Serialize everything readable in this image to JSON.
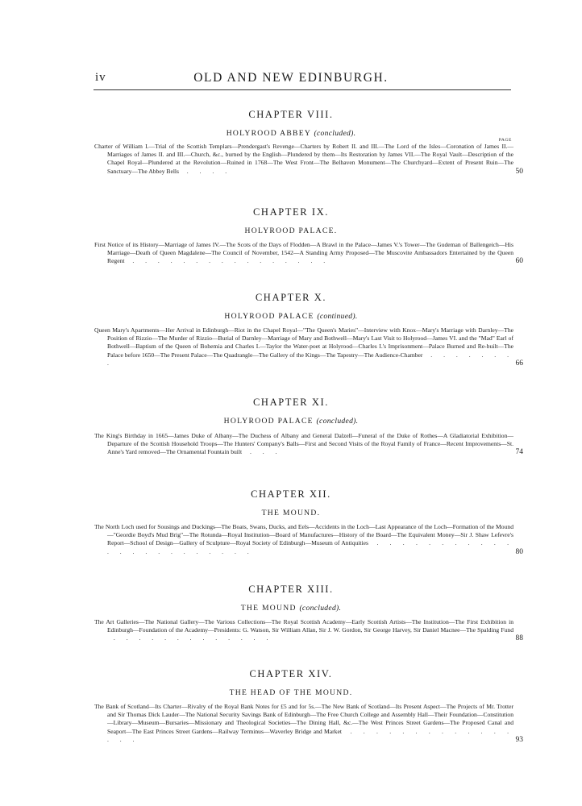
{
  "header": {
    "page_number": "iv",
    "title": "OLD AND NEW EDINBURGH."
  },
  "page_label": "PAGE",
  "chapters": [
    {
      "title": "CHAPTER VIII.",
      "subtitle": "HOLYROOD ABBEY",
      "subtitle_note": "(concluded).",
      "summary": "Charter of William I.—Trial of the Scottish Templars—Prendergast's Revenge—Charters by Robert II. and III.—The Lord of the Isles—Coronation of James II.—Marriages of James II. and III.—Church, &c., burned by the English—Plundered by them—Its Restoration by James VII.—The Royal Vault—Description of the Chapel Royal—Plundered at the Revolution—Ruined in 1768—The West Front—The Belhaven Monument—The Churchyard—Extent of Present Ruin—The Sanctuary—The Abbey Bells",
      "page": "50"
    },
    {
      "title": "CHAPTER IX.",
      "subtitle": "HOLYROOD PALACE.",
      "subtitle_note": "",
      "summary": "First Notice of its History—Marriage of James IV.—The Scots of the Days of Flodden—A Brawl in the Palace—James V.'s Tower—The Gudeman of Ballengeich—His Marriage—Death of Queen Magdalene—The Council of November, 1542—A Standing Army Proposed—The Muscovite Ambassadors Entertained by the Queen Regent",
      "page": "60"
    },
    {
      "title": "CHAPTER X.",
      "subtitle": "HOLYROOD PALACE",
      "subtitle_note": "(continued).",
      "summary": "Queen Mary's Apartments—Her Arrival in Edinburgh—Riot in the Chapel Royal—\"The Queen's Maries\"—Interview with Knox—Mary's Marriage with Darnley—The Position of Rizzio—The Murder of Rizzio—Burial of Darnley—Marriage of Mary and Bothwell—Mary's Last Visit to Holyrood—James VI. and the \"Mad\" Earl of Bothwell—Baptism of the Queen of Bohemia and Charles I.—Taylor the Water-poet at Holyrood—Charles I.'s Imprisonment—Palace Burned and Re-built—The Palace before 1650—The Present Palace—The Quadrangle—The Gallery of the Kings—The Tapestry—The Audience-Chamber",
      "page": "66"
    },
    {
      "title": "CHAPTER XI.",
      "subtitle": "HOLYROOD PALACE",
      "subtitle_note": "(concluded).",
      "summary": "The King's Birthday in 1665—James Duke of Albany—The Duchess of Albany and General Dalzell—Funeral of the Duke of Rothes—A Gladiatorial Exhibition—Departure of the Scottish Household Troops—The Hunters' Company's Balls—First and Second Visits of the Royal Family of France—Recent Improvements—St. Anne's Yard removed—The Ornamental Fountain built",
      "page": "74"
    },
    {
      "title": "CHAPTER XII.",
      "subtitle": "THE MOUND.",
      "subtitle_note": "",
      "summary": "The North Loch used for Sousings and Duckings—The Boats, Swans, Ducks, and Eels—Accidents in the Loch—Last Appearance of the Loch—Formation of the Mound—\"Geordie Boyd's Mud Brig\"—The Rotunda—Royal Institution—Board of Manufactures—History of the Board—The Equivalent Money—Sir J. Shaw Lefevre's Report—School of Design—Gallery of Sculpture—Royal Society of Edinburgh—Museum of Antiquities",
      "page": "80"
    },
    {
      "title": "CHAPTER XIII.",
      "subtitle": "THE MOUND",
      "subtitle_note": "(concluded).",
      "summary": "The Art Galleries—The National Gallery—The Various Collections—The Royal Scottish Academy—Early Scottish Artists—The Institution—The First Exhibition in Edinburgh—Foundation of the Academy—Presidents: G. Watson, Sir William Allan, Sir J. W. Gordon, Sir George Harvey, Sir Daniel Macnee—The Spalding Fund",
      "page": "88"
    },
    {
      "title": "CHAPTER XIV.",
      "subtitle": "THE HEAD OF THE MOUND.",
      "subtitle_note": "",
      "summary": "The Bank of Scotland—Its Charter—Rivalry of the Royal Bank Notes for £5 and for 5s.—The New Bank of Scotland—Its Present Aspect—The Projects of Mr. Trotter and Sir Thomas Dick Lauder—The National Security Savings Bank of Edinburgh—The Free Church College and Assembly Hall—Their Foundation—Constitution—Library—Museum—Bursaries—Missionary and Theological Societies—The Dining Hall, &c.—The West Princes Street Gardens—The Proposed Canal and Seaport—The East Princes Street Gardens—Railway Terminus—Waverley Bridge and Market",
      "page": "93"
    }
  ]
}
